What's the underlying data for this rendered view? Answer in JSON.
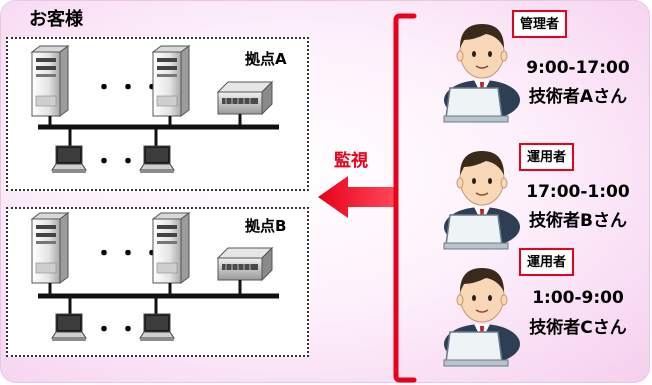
{
  "customer": {
    "title": "お客様"
  },
  "sites": [
    {
      "label": "拠点A"
    },
    {
      "label": "拠点B"
    }
  ],
  "ellipsis": "・・・",
  "monitor_label": "監視",
  "operators": [
    {
      "role": "管理者",
      "hours": "9:00-17:00",
      "name": "技術者Aさん"
    },
    {
      "role": "運用者",
      "hours": "17:00-1:00",
      "name": "技術者Bさん"
    },
    {
      "role": "運用者",
      "hours": "1:00-9:00",
      "name": "技術者Cさん"
    }
  ],
  "colors": {
    "accent_red": "#e8001c",
    "panel_pink": "#f5cfee",
    "network_line": "#111111"
  }
}
